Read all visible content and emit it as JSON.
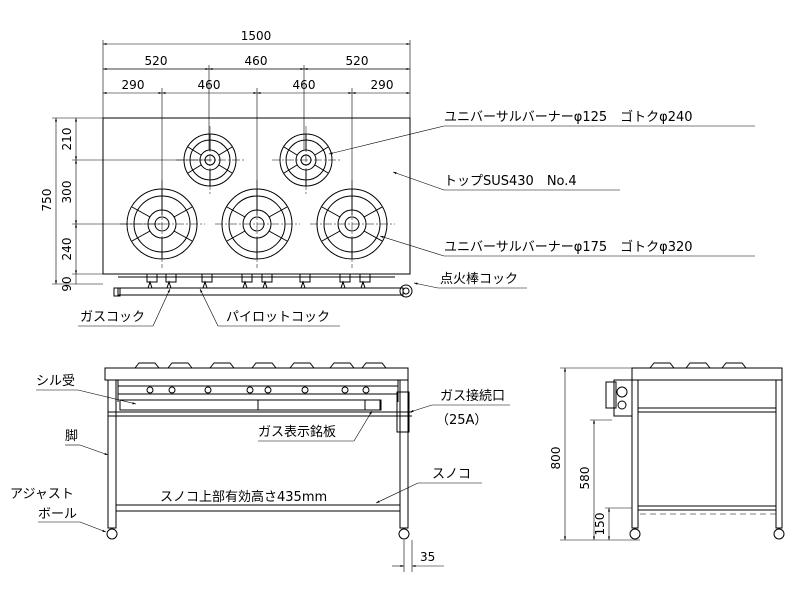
{
  "plan_dims": {
    "overall_width": "1500",
    "left_pitch": "520",
    "center_pitch": "460",
    "right_pitch": "520",
    "bottom_left": "290",
    "bottom_mid1": "460",
    "bottom_mid2": "460",
    "bottom_right": "290",
    "overall_depth": "750",
    "depth_210": "210",
    "depth_300": "300",
    "depth_240": "240",
    "depth_90": "90"
  },
  "callouts": {
    "small_burner": "ユニバーサルバーナーφ125　ゴトクφ240",
    "top_plate": "トップSUS430　No.4",
    "large_burner": "ユニバーサルバーナーφ175　ゴトクφ320",
    "ignition_cock": "点火棒コック",
    "gas_cock": "ガスコック",
    "pilot_cock": "パイロットコック"
  },
  "front_view": {
    "drip_tray": "シル受",
    "leg": "脚",
    "adjust_ball_1": "アジャスト",
    "adjust_ball_2": "ボール",
    "gas_plate": "ガス表示銘板",
    "gas_inlet": "ガス接続口",
    "gas_inlet_size": "（25A）",
    "shelf": "スノコ",
    "shelf_clearance": "スノコ上部有効高さ435mm",
    "leg_offset": "35"
  },
  "side_view": {
    "height_800": "800",
    "height_580": "580",
    "height_150": "150"
  }
}
